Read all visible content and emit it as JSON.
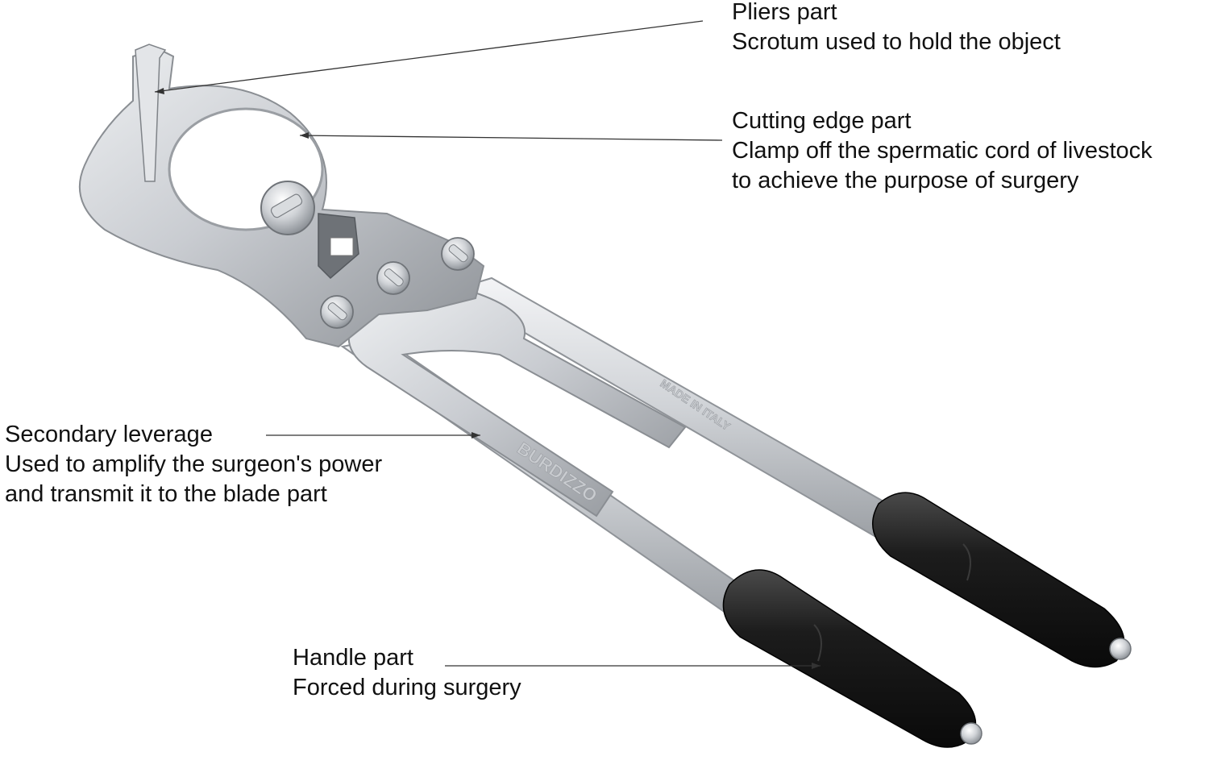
{
  "callouts": {
    "pliers": {
      "title": "Pliers part",
      "description": "Scrotum used to hold the object"
    },
    "cutting_edge": {
      "title": "Cutting edge part",
      "line1": "Clamp off the spermatic cord of livestock",
      "line2": "to achieve the purpose of surgery"
    },
    "secondary_leverage": {
      "title": "Secondary leverage",
      "line1": "Used to amplify the surgeon's power",
      "line2": "and transmit it to the blade part"
    },
    "handle": {
      "title": "Handle part",
      "description": "Forced during surgery"
    }
  },
  "engravings": {
    "brand": "BURDIZZO",
    "origin": "MADE IN ITALY"
  },
  "colors": {
    "background": "#ffffff",
    "text": "#111111",
    "leader_line": "#333333",
    "metal": "#d4d7db",
    "metal_shadow": "#a7abb0",
    "grip": "#1b1b1b"
  }
}
